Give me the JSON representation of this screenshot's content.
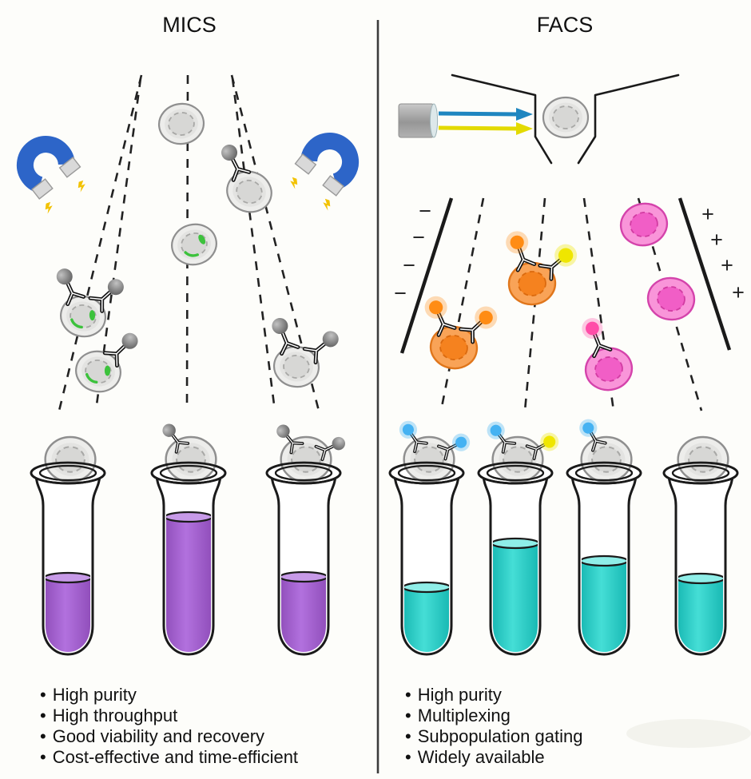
{
  "mics": {
    "title": "MICS",
    "bullet_char": "•",
    "bullets": [
      "High purity",
      "High throughput",
      "Good viability and recovery",
      "Cost-effective and time-efficient"
    ]
  },
  "facs": {
    "title": "FACS",
    "bullet_char": "•",
    "minus_char": "−",
    "plus_char": "+",
    "bullets": [
      "High purity",
      "Multiplexing",
      "Subpopulation gating",
      "Widely available"
    ]
  },
  "colors": {
    "background": "#fdfdfa",
    "text": "#111111",
    "outline": "#1a1a1a",
    "divider": "#3c3c3c",
    "dash_line": "#222222",
    "magnet_blue": "#2d65c8",
    "magnet_tip": "#d9d9d9",
    "spark_yellow": "#f2c200",
    "cell_fill": "#ededeb",
    "cell_stroke": "#8f8f8f",
    "cell_inner": "#e3e3e1",
    "nucleus_fill": "#d7d7d5",
    "nucleus_stroke": "#a8a8a6",
    "green_marker": "#3cc23c",
    "bead_light": "#c2c2c2",
    "bead_dark": "#5f5f5f",
    "antibody": "#141414",
    "purple_dark": "#8d4bb7",
    "purple_mid": "#b271de",
    "purple_meniscus": "#c79ae8",
    "cyan_dark": "#14b5b0",
    "cyan_mid": "#45ded6",
    "cyan_meniscus": "#8feee8",
    "laser_body": "#a6a6a6",
    "laser_blue": "#1f86c0",
    "laser_yellow": "#e3da00",
    "orange_cell": "#f9a357",
    "orange_cell_stroke": "#e0761b",
    "orange_nucleus": "#f5821f",
    "orange_nucleus_stroke": "#db6a0e",
    "pink_cell": "#f995d9",
    "pink_cell_stroke": "#d443ab",
    "pink_nucleus": "#f15ec6",
    "pink_nucleus_stroke": "#d23ba2",
    "dot_orange": "#ff8c14",
    "dot_yellow": "#efe600",
    "dot_pink": "#ff4da8",
    "dot_blue": "#45b2f2"
  }
}
